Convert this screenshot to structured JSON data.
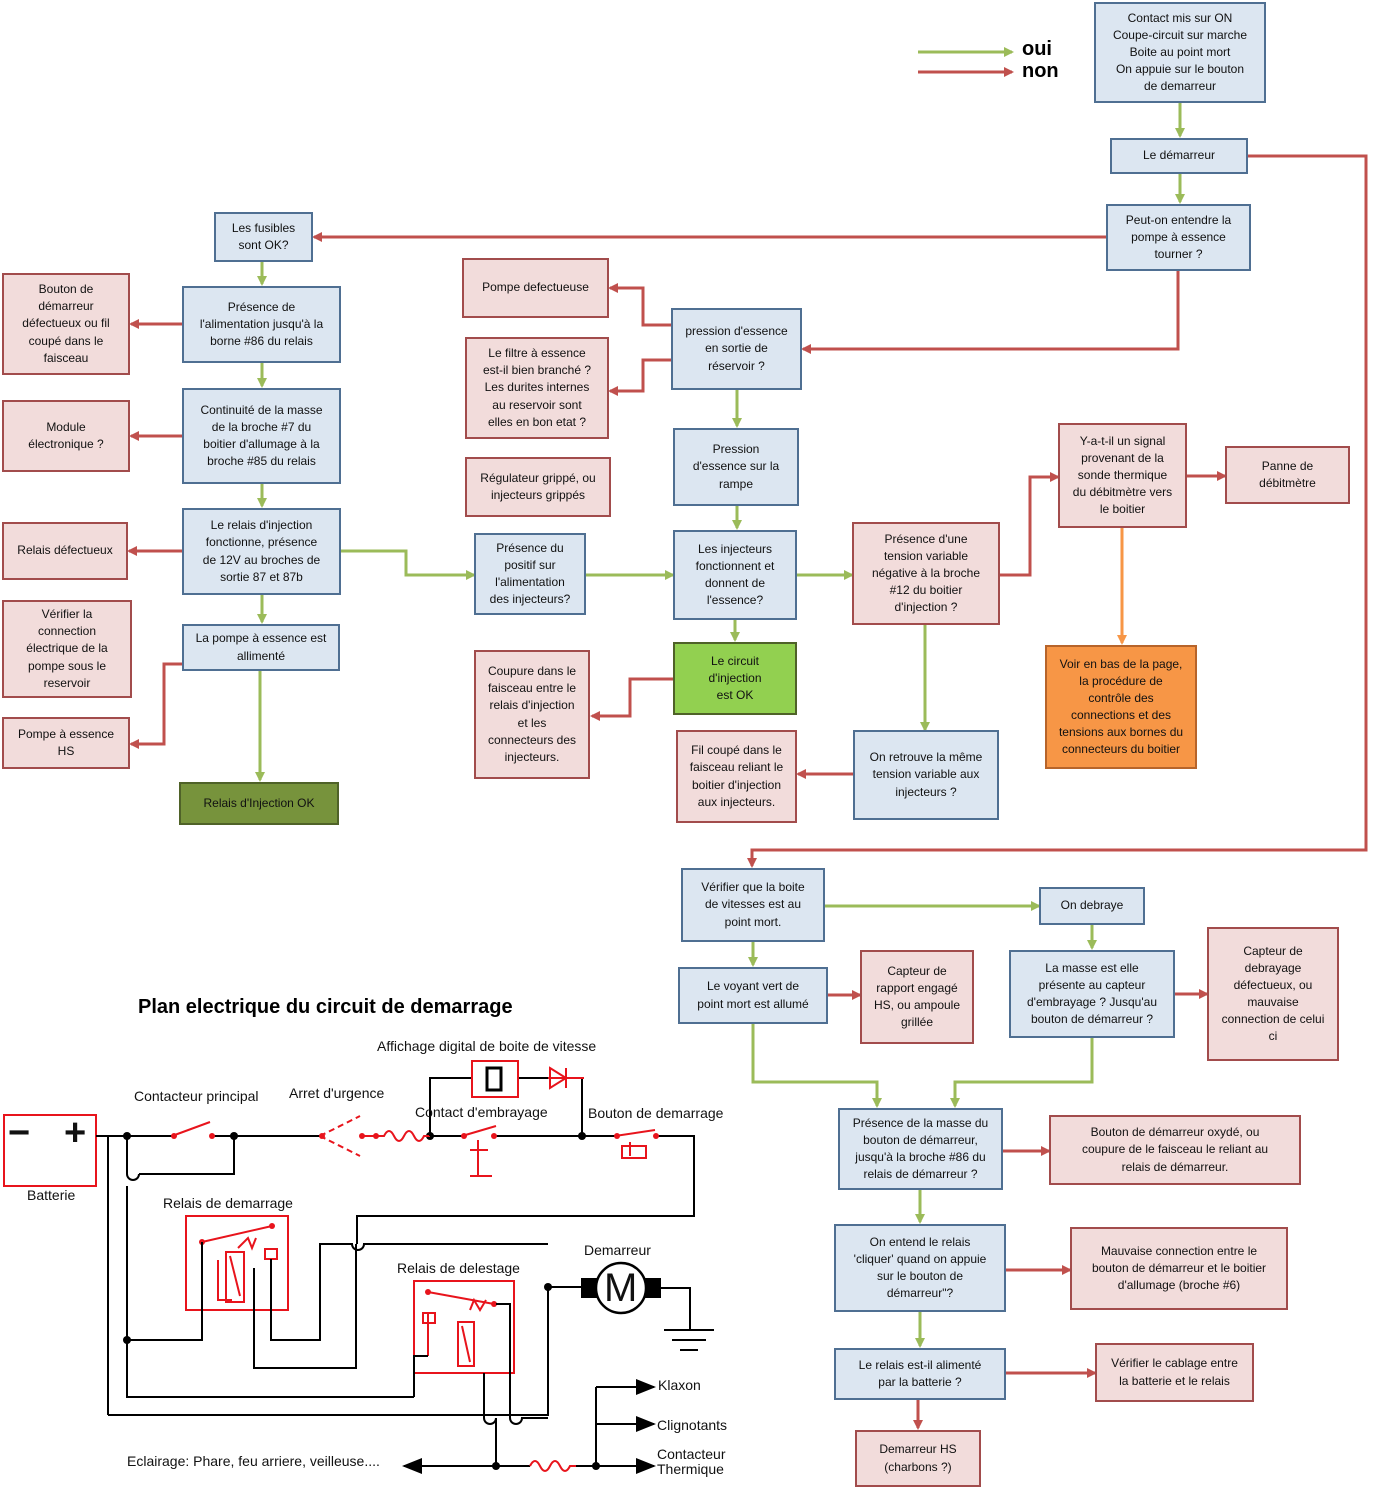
{
  "legend": {
    "yes": "oui",
    "no": "non"
  },
  "colors": {
    "yes_arrow": "#9bbb59",
    "no_arrow": "#c0504d",
    "orange_arrow": "#f79646",
    "circuit_red": "#e8141c"
  },
  "nodes": {
    "contact": [
      "Contact mis sur ON",
      "Coupe-circuit sur marche",
      "Boite au point mort",
      "On appuie sur le bouton",
      "de demarreur"
    ],
    "demarreur": [
      "Le démarreur"
    ],
    "pompe_entendre": [
      "Peut-on entendre la",
      "pompe à essence",
      "tourner ?"
    ],
    "fusibles": [
      "Les fusibles",
      "sont OK?"
    ],
    "alim86": [
      "Présence de",
      "l'alimentation jusqu'à la",
      "borne #86 du relais"
    ],
    "bouton_defect": [
      "Bouton de",
      "démarreur",
      "défectueux ou fil",
      "coupé dans le",
      "faisceau"
    ],
    "masse7": [
      "Continuité de la masse",
      "de la broche #7 du",
      "boitier d'allumage à la",
      "broche #85 du relais"
    ],
    "module": [
      "Module",
      "électronique ?"
    ],
    "relais_inj": [
      "Le relais d'injection",
      "fonctionne, présence",
      "de 12V au broches de",
      "sortie 87 et 87b"
    ],
    "relais_defect": [
      "Relais défectueux"
    ],
    "verif_pompe": [
      "Vérifier la",
      "connection",
      "électrique de la",
      "pompe sous le",
      "reservoir"
    ],
    "pompe_alim": [
      "La pompe à essence est",
      "allimenté"
    ],
    "pompe_hs": [
      "Pompe à essence",
      "HS"
    ],
    "relais_ok": [
      "Relais d'Injection OK"
    ],
    "pompe_defect": [
      "Pompe defectueuse"
    ],
    "pression_res": [
      "pression d'essence",
      "en sortie de",
      "réservoir ?"
    ],
    "filtre": [
      "Le filtre à essence",
      "est-il bien branché ?",
      "Les durites internes",
      "au reservoir sont",
      "elles en bon etat ?"
    ],
    "pression_rampe": [
      "Pression",
      "d'essence sur la",
      "rampe"
    ],
    "regulateur": [
      "Régulateur grippé, ou",
      "injecteurs grippés"
    ],
    "positif": [
      "Présence du",
      "positif sur",
      "l'alimentation",
      "des injecteurs?"
    ],
    "injecteurs": [
      "Les injecteurs",
      "fonctionnent et",
      "donnent de",
      "l'essence?"
    ],
    "circuit_ok": [
      "Le circuit",
      "d'injection",
      "est OK"
    ],
    "coupure": [
      "Coupure dans le",
      "faisceau entre le",
      "relais d'injection",
      "et les",
      "connecteurs des",
      "injecteurs."
    ],
    "tension12": [
      "Présence d'une",
      "tension variable",
      "négative à la broche",
      "#12 du boitier",
      "d'injection ?"
    ],
    "signal": [
      "Y-a-t-il un signal",
      "provenant de la",
      "sonde thermique",
      "du débitmètre vers",
      "le boitier"
    ],
    "panne_debit": [
      "Panne de",
      "débitmètre"
    ],
    "voir_bas": [
      "Voir en bas de la page,",
      "la procédure de",
      "contrôle des",
      "connections et des",
      "tensions aux bornes du",
      "connecteurs du boitier"
    ],
    "meme_tension": [
      "On retrouve la même",
      "tension variable aux",
      "injecteurs ?"
    ],
    "fil_coupe": [
      "Fil coupé dans le",
      "faisceau reliant le",
      "boitier d'injection",
      "aux injecteurs."
    ],
    "verif_boite": [
      "Vérifier que la boite",
      "de vitesses est au",
      "point mort."
    ],
    "debraye": [
      "On debraye"
    ],
    "voyant": [
      "Le voyant vert de",
      "point mort est allumé"
    ],
    "capteur_rapport": [
      "Capteur de",
      "rapport engagé",
      "HS, ou ampoule",
      "grillée"
    ],
    "masse_capteur": [
      "La masse est elle",
      "présente au capteur",
      "d'embrayage ? Jusqu'au",
      "bouton de démarreur ?"
    ],
    "capteur_debr": [
      "Capteur de",
      "debrayage",
      "défectueux, ou",
      "mauvaise",
      "connection de celui",
      "ci"
    ],
    "presence_masse": [
      "Présence de la masse du",
      "bouton de démarreur,",
      "jusqu'à la broche #86 du",
      "relais de démarreur ?"
    ],
    "bouton_oxyde": [
      "Bouton de démarreur oxydé, ou",
      "coupure de le faisceau le reliant au",
      "relais de démarreur."
    ],
    "cliquer": [
      "On entend le relais",
      "'cliquer' quand on appuie",
      "sur le bouton de",
      "démarreur\"?"
    ],
    "mauvaise": [
      "Mauvaise connection entre le",
      "bouton de démarreur et le boitier",
      "d'allumage (broche #6)"
    ],
    "relais_alim": [
      "Le relais est-il alimenté",
      "par la batterie  ?"
    ],
    "verif_cablage": [
      "Vérifier le cablage entre",
      "la batterie et le relais"
    ],
    "dem_hs": [
      "Demarreur HS",
      "(charbons ?)"
    ]
  },
  "circuit": {
    "title": "Plan electrique du circuit de demarrage",
    "labels": {
      "affichage": "Affichage digital de boite de vitesse",
      "contacteur": "Contacteur principal",
      "arret": "Arret d'urgence",
      "embrayage": "Contact d'embrayage",
      "bouton": "Bouton de demarrage",
      "batterie": "Batterie",
      "relais_dem": "Relais de demarrage",
      "relais_del": "Relais de delestage",
      "demarreur": "Demarreur",
      "klaxon": "Klaxon",
      "clignotants": "Clignotants",
      "contacteur_th1": "Contacteur",
      "contacteur_th2": "Thermique",
      "eclairage": "Eclairage: Phare, feu arriere, veilleuse....",
      "motor": "M",
      "minus": "−",
      "plus": "+"
    }
  }
}
